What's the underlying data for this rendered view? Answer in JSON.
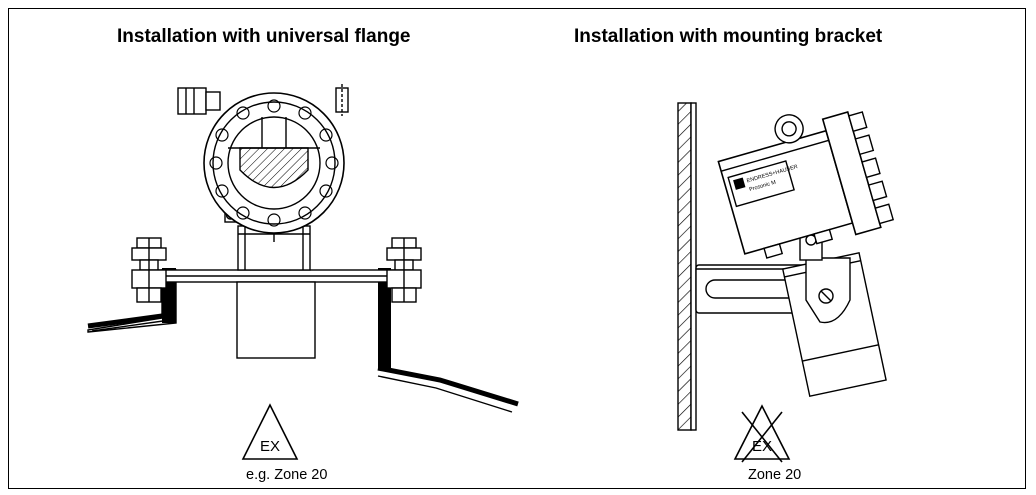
{
  "left_panel": {
    "title": "Installation with universal flange",
    "ex_symbol_text": "EX",
    "caption": "e.g. Zone 20"
  },
  "right_panel": {
    "title": "Installation with mounting bracket",
    "ex_symbol_text": "EX",
    "caption": "Zone 20",
    "nameplate_line1": "ENDRESS+HAUSER",
    "nameplate_line2": "Prosonic M"
  },
  "icons": [
    "ex-zone-icon",
    "ex-zone-crossed-icon"
  ]
}
